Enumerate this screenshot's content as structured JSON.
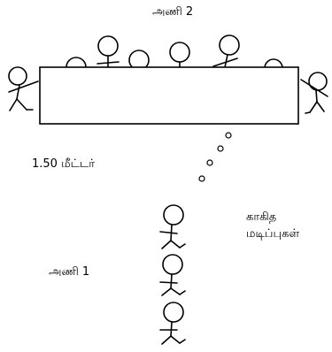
{
  "labels": {
    "team2": "அணி 2",
    "distance": "1.50 மீட்டர்",
    "paper_line1": "காகித",
    "paper_line2": "மடிப்புகள்",
    "team1": "அணி 1"
  }
}
